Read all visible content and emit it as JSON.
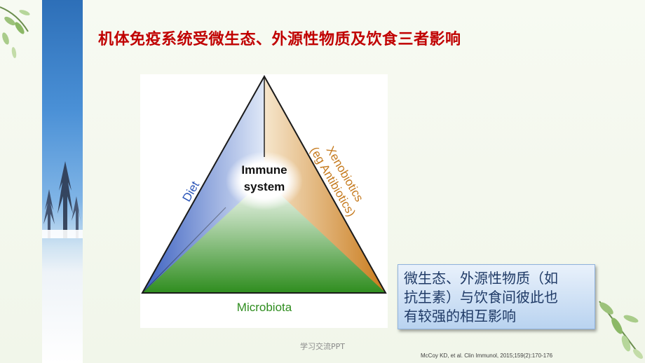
{
  "slide": {
    "title": "机体免疫系统受微生态、外源性物质及饮食三者影响",
    "footer": "学习交流PPT",
    "citation": "McCoy KD, et al. Clin Immunol, 2015;159(2):170-176"
  },
  "diagram": {
    "center_label_line1": "Immune",
    "center_label_line2": "system",
    "left_side_label": "Diet",
    "right_side_label_line1": "Xenobiotics",
    "right_side_label_line2": "(eg Antibiotics)",
    "bottom_label": "Microbiota",
    "colors": {
      "diet": "#3a66c4",
      "xenobiotics": "#d08a2a",
      "microbiota": "#3c9a2a"
    }
  },
  "callout": {
    "text_line1": "微生态、外源性物质（如",
    "text_line2": "抗生素）与饮食间彼此也",
    "text_line3": "有较强的相互影响"
  }
}
